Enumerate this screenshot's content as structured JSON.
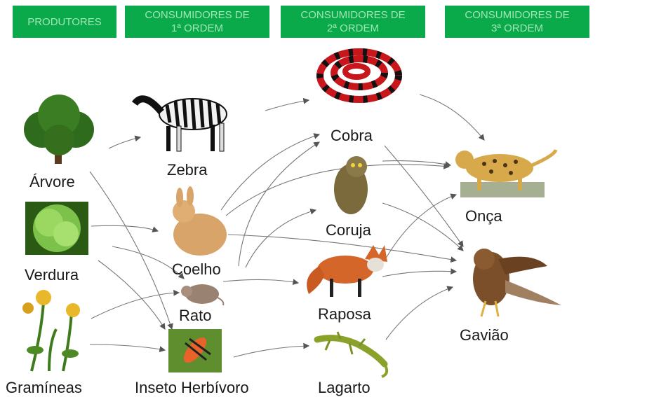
{
  "columns": [
    {
      "label": "PRODUTORES"
    },
    {
      "label": "CONSUMIDORES DE\n1ª ORDEM"
    },
    {
      "label": "CONSUMIDORES DE\n2ª ORDEM"
    },
    {
      "label": "CONSUMIDORES DE\n3ª ORDEM"
    }
  ],
  "organisms": {
    "arvore": "Árvore",
    "verdura": "Verdura",
    "gramineas": "Gramíneas",
    "zebra": "Zebra",
    "coelho": "Coelho",
    "rato": "Rato",
    "inseto": "Inseto Herbívoro",
    "cobra": "Cobra",
    "coruja": "Coruja",
    "raposa": "Raposa",
    "lagarto": "Lagarto",
    "onca": "Onça",
    "gaviao": "Gavião"
  },
  "colors": {
    "header_bg": "#0aa94a",
    "header_text": "#9fe7b5",
    "arrow": "#555555"
  }
}
